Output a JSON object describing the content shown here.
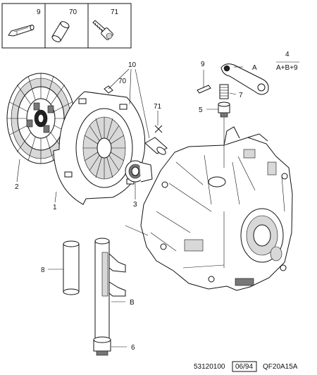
{
  "legend_boxes": [
    {
      "number": "9"
    },
    {
      "number": "70"
    },
    {
      "number": "71"
    }
  ],
  "callouts": {
    "c1": "1",
    "c2": "2",
    "c3": "3",
    "c4": "4",
    "c5": "5",
    "c6": "6",
    "c7": "7",
    "c8": "8",
    "c9": "9",
    "c10": "10",
    "c70": "70",
    "c71": "71",
    "cA": "A",
    "cB": "B"
  },
  "kit_label": "A+B+9",
  "footer": {
    "ref": "53120100",
    "date": "06/94",
    "code": "QF20A15A"
  }
}
